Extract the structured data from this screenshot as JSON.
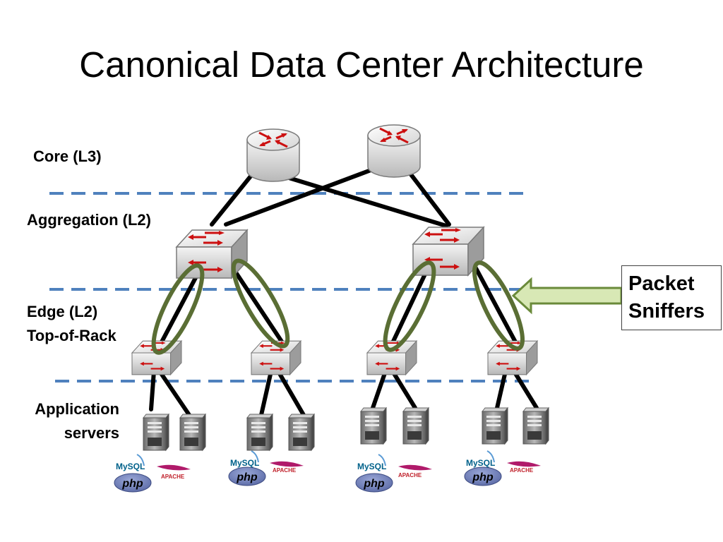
{
  "title": "Canonical Data Center Architecture",
  "layers": {
    "core": "Core (L3)",
    "aggregation": "Aggregation (L2)",
    "edge_line1": "Edge (L2)",
    "edge_line2": "Top-of-Rack",
    "app_line1": "Application",
    "app_line2": "servers"
  },
  "callout": {
    "line1": "Packet",
    "line2": "Sniffers"
  },
  "logos": {
    "mysql": "MySQL",
    "apache": "APACHE",
    "php": "php"
  },
  "colors": {
    "divider": "#4f81bd",
    "sniffer_ring": "#5a6e34",
    "arrow_fill": "#d8e8b5",
    "arrow_stroke": "#6a8a3a",
    "device_arrow": "#d01010"
  },
  "icons": {
    "router": "router-icon",
    "switch": "switch-icon",
    "server": "server-icon"
  }
}
